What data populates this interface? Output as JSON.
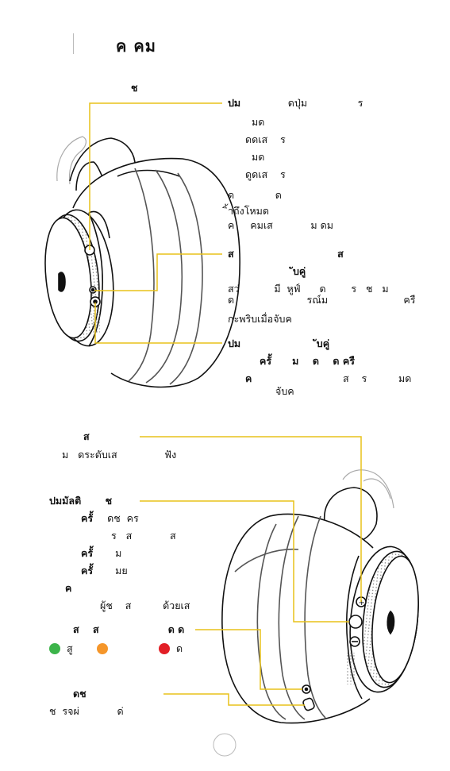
{
  "page": {
    "title": "ค    คม",
    "page_number": ""
  },
  "colors": {
    "callout_line": "#e8c21a",
    "green": "#3cb44a",
    "orange": "#f5962a",
    "red": "#e21f26"
  },
  "top_section": {
    "heading": "ช",
    "button1": {
      "title": "ปม",
      "lines": [
        "ปม               ดปุ่ม                ร",
        "มด",
        "ดดเส    ร",
        "มด",
        "ดูดเส    ร",
        "ด             ด",
        "ิ้าถึงโหมด",
        "ค     คมเส            ม ดม"
      ]
    },
    "status": {
      "title": "ส                              ส",
      "title2": "ับคู่",
      "lines": [
        "สว่           มี  หูฟ์      ด        ร   ช   ม",
        "ด                       รณ์ม                        ครื",
        "กะพริบเมื่อจับค"
      ]
    },
    "button2": {
      "title": "ปม                      ับคู่",
      "line1": "ครั้      ม    ด    ด ครื",
      "line2a": "ค",
      "line2b": "ส    ร          มด",
      "line3": "จับค"
    }
  },
  "bottom_section": {
    "volume": {
      "title": "ส",
      "text": "ม   ดระดับเส               ฟัง"
    },
    "multi": {
      "title": "ปมมัลติ       ช",
      "lines": [
        {
          "b": "ครั้",
          "t": "ดช  คร"
        },
        {
          "b": "",
          "t": "ร   ส            ส"
        },
        {
          "b": "ครั้",
          "t": "ม"
        },
        {
          "b": "ครั้",
          "t": "มย"
        },
        {
          "b": "ค",
          "t": ""
        },
        {
          "b": "",
          "t": "ผู้ช    ส          ด้วยเส"
        }
      ]
    },
    "battery": {
      "title": "ส    ส                    ด ด",
      "green_label": "สู",
      "red_label": "ด"
    },
    "charge": {
      "title": "ดช",
      "text": "ช  รจผ่            ด่"
    }
  }
}
